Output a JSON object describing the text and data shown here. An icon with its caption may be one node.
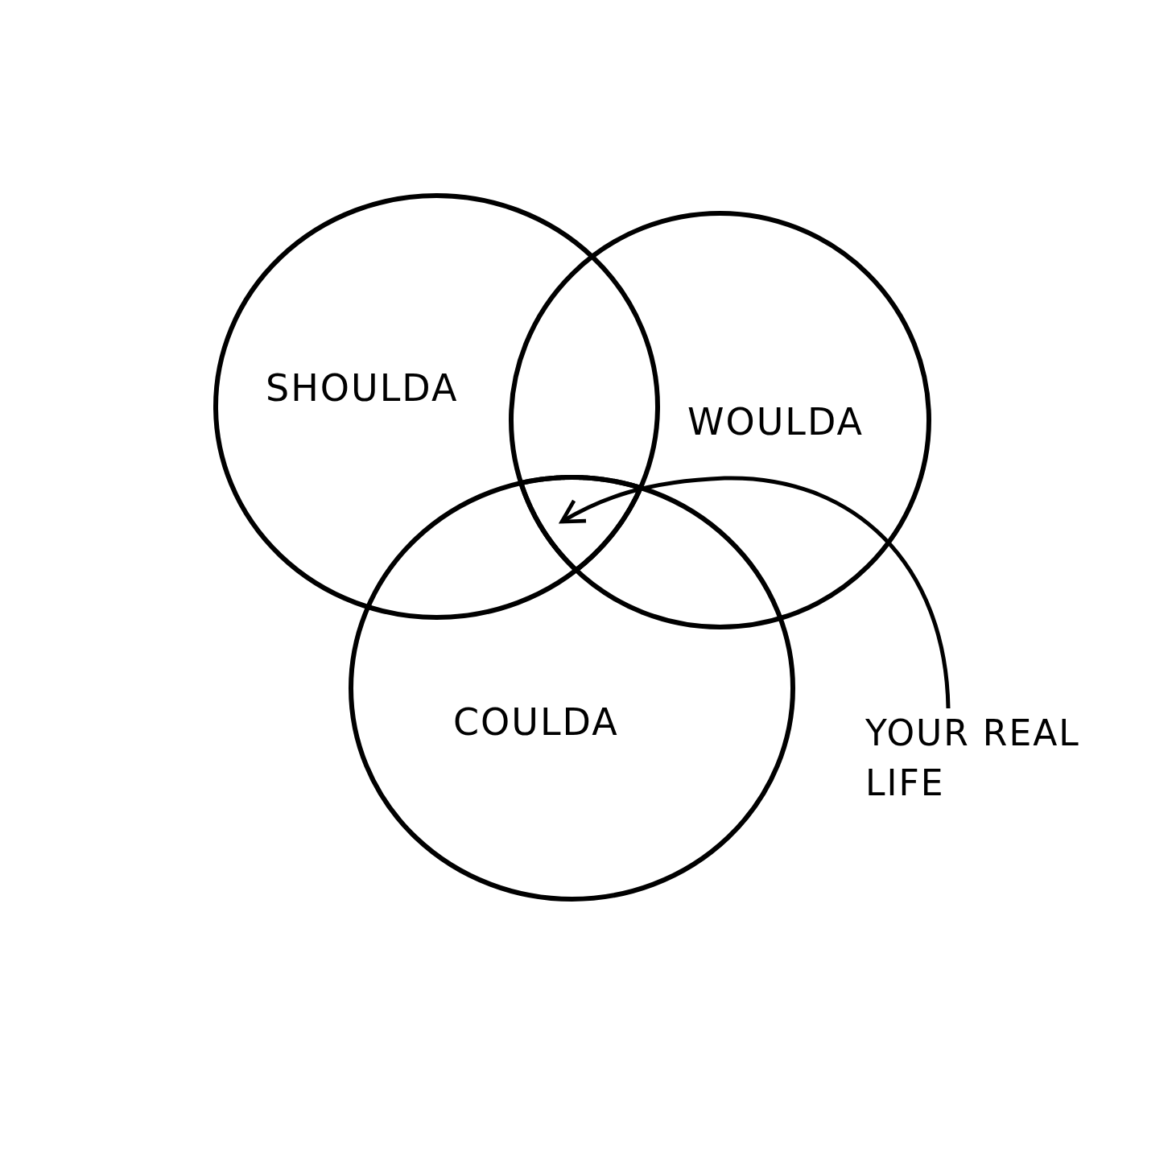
{
  "diagram": {
    "nodes": [
      {
        "text": [
          "SHOULDA"
        ]
      },
      {
        "text": [
          "WOULDA"
        ]
      },
      {
        "text": [
          "COULDA"
        ]
      },
      {
        "text": [
          "YOUR REAL LIFE"
        ]
      },
      {
        "text": [],
        "shape": "region"
      }
    ],
    "edges": [
      {
        "from": 3,
        "to": 4,
        "arrow": "to"
      }
    ]
  }
}
